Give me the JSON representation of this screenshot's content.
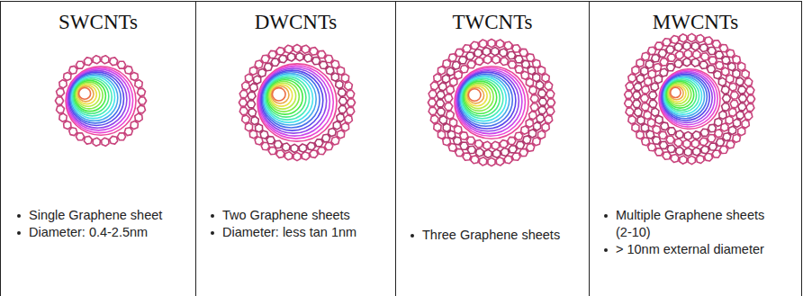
{
  "diagram": {
    "nodes": [
      {
        "text": [
          "SWCNTs",
          "Single Graphene sheet",
          "Diameter: 0.4-2.5nm"
        ]
      },
      {
        "text": [
          "DWCNTs",
          "Two Graphene sheets",
          "Diameter: less tan 1nm"
        ]
      },
      {
        "text": [
          "TWCNTs",
          "Three Graphene sheets"
        ]
      },
      {
        "text": [
          "MWCNTs",
          "Multiple Graphene sheets (2-10)",
          "> 10nm external diameter"
        ]
      }
    ]
  }
}
